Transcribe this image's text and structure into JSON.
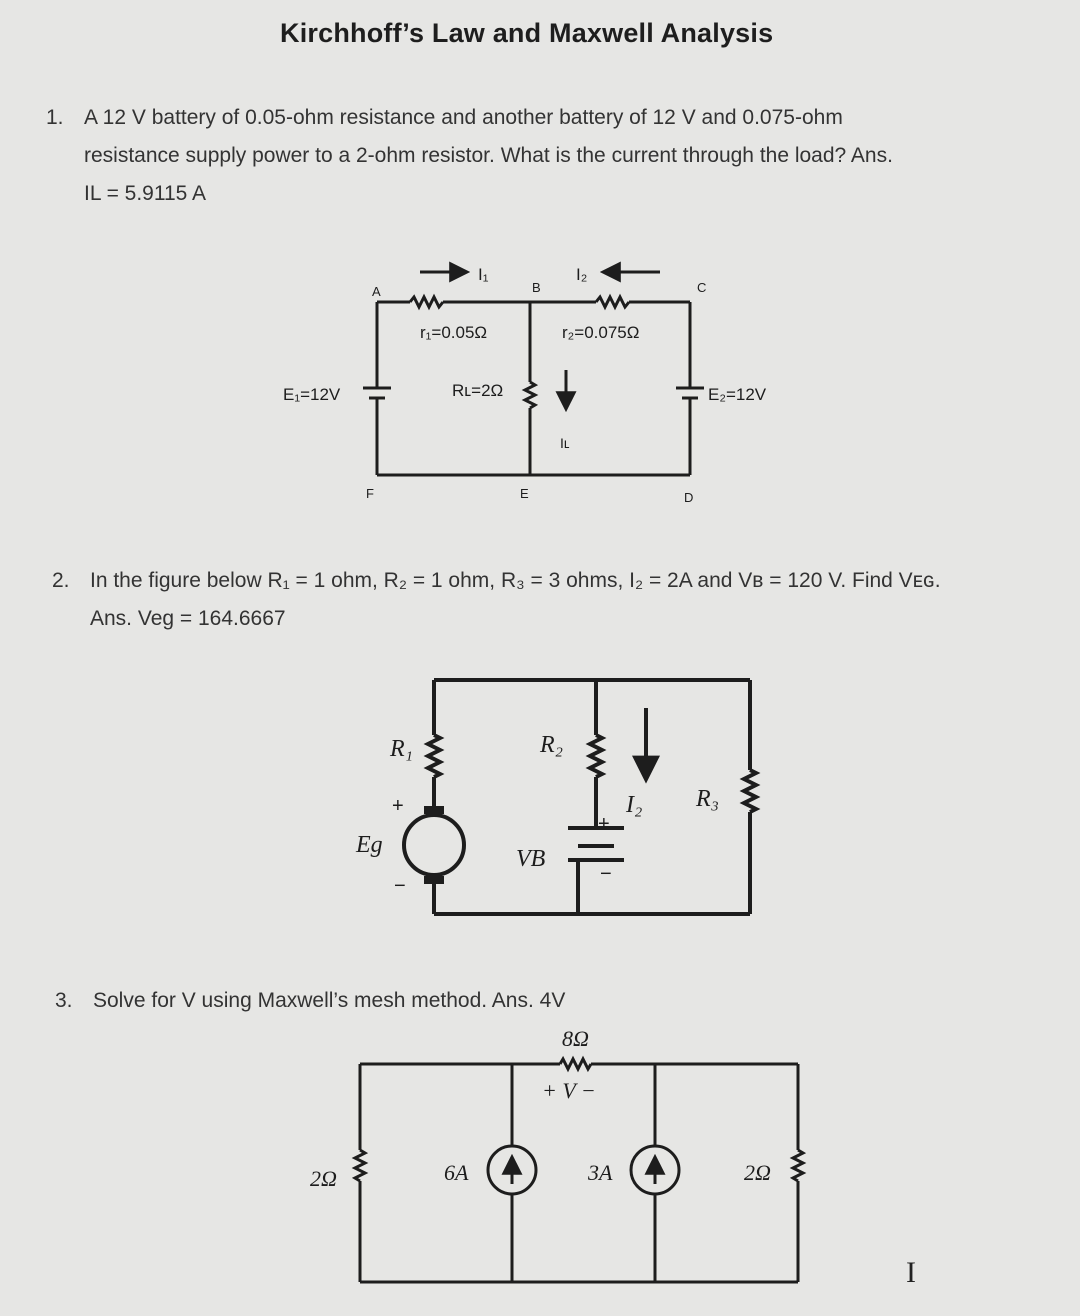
{
  "title": "Kirchhoff’s Law and Maxwell Analysis",
  "problems": [
    {
      "number": "1.",
      "lines": [
        "A 12 V battery of 0.05-ohm resistance and another battery of 12 V and 0.075-ohm",
        "resistance supply power to a 2-ohm resistor. What is the current through the load? Ans.",
        "IL = 5.9115 A"
      ],
      "figure": {
        "node_a": "A",
        "node_b": "B",
        "node_c": "C",
        "node_f": "F",
        "node_e": "E",
        "node_d": "D",
        "i1": "I₁",
        "i2": "I₂",
        "il": "Iʟ",
        "r1": "r₁=0.05Ω",
        "r2": "r₂=0.075Ω",
        "rl": "Rʟ=2Ω",
        "e1": "E₁=12V",
        "e2": "E₂=12V"
      }
    },
    {
      "number": "2.",
      "lines": [
        "In the figure below R₁ = 1 ohm, R₂ = 1 ohm, R₃ = 3 ohms, I₂ = 2A and Vʙ = 120 V. Find Vᴇɢ.",
        "Ans. Veg = 164.6667"
      ],
      "figure": {
        "r1": "R₁",
        "r2": "R₂",
        "r3": "R₃",
        "eg": "Eg",
        "vb": "VB",
        "i2": "I₂",
        "plus": "+",
        "minus": "−"
      }
    },
    {
      "number": "3.",
      "lines": [
        "Solve for V using Maxwell’s mesh method. Ans. 4V"
      ],
      "figure": {
        "r_top": "8Ω",
        "v_label": "+ V −",
        "r_left": "2Ω",
        "r_right": "2Ω",
        "src1": "6A",
        "src2": "3A"
      }
    }
  ]
}
